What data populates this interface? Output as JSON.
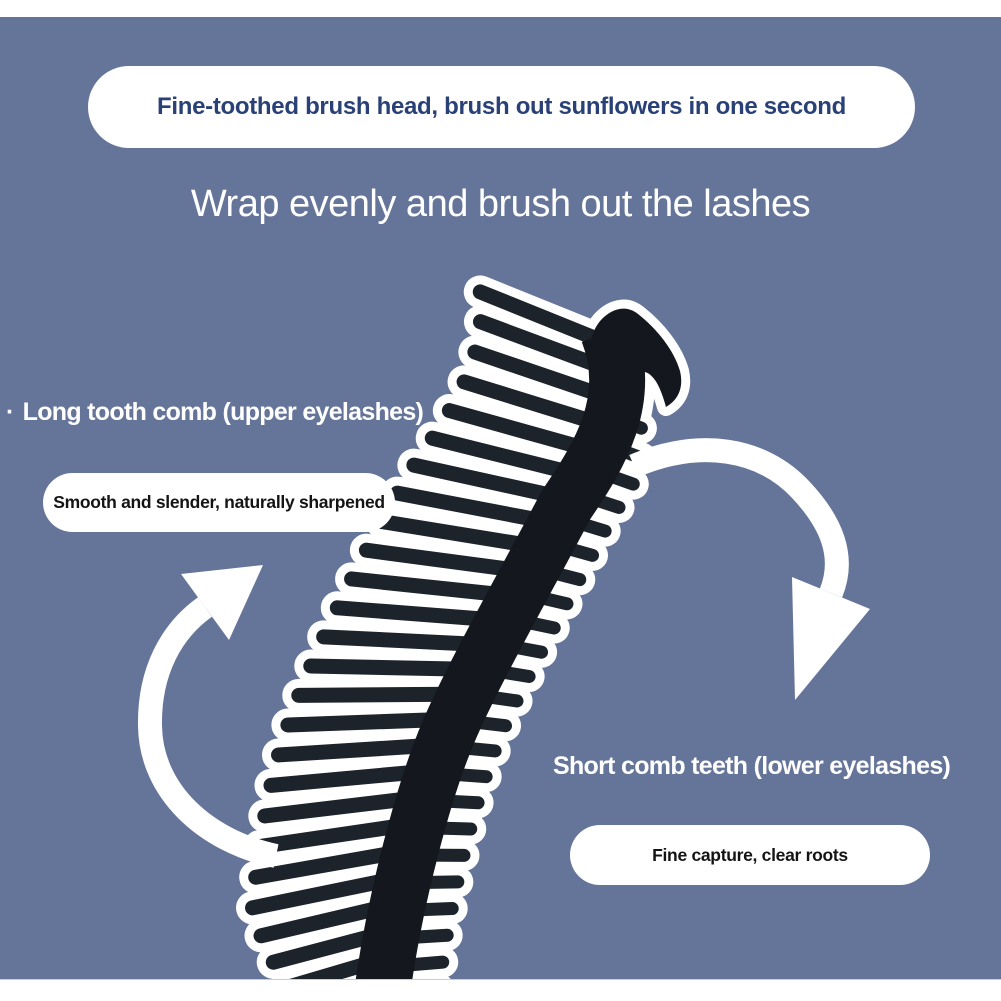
{
  "banner": {
    "text": "Fine-toothed brush head, brush out sunflowers in one second"
  },
  "subtitle": {
    "text": "Wrap evenly and brush out the lashes"
  },
  "upper_annotation": {
    "bullet": "·",
    "label": "Long tooth comb (upper eyelashes)",
    "pill_text": "Smooth and slender, naturally sharpened"
  },
  "lower_annotation": {
    "label": "Short comb teeth (lower eyelashes)",
    "pill_text": "Fine capture, clear roots"
  },
  "colors": {
    "background": "#657499",
    "frame_white": "#ffffff",
    "banner_text": "#2a4177",
    "label_text": "#ffffff",
    "pill_bg": "#ffffff",
    "pill_text": "#141414",
    "comb_dark": "#14181e",
    "tooth_dark": "#1d232a",
    "outline_white": "#ffffff",
    "arrow_white": "#ffffff"
  }
}
